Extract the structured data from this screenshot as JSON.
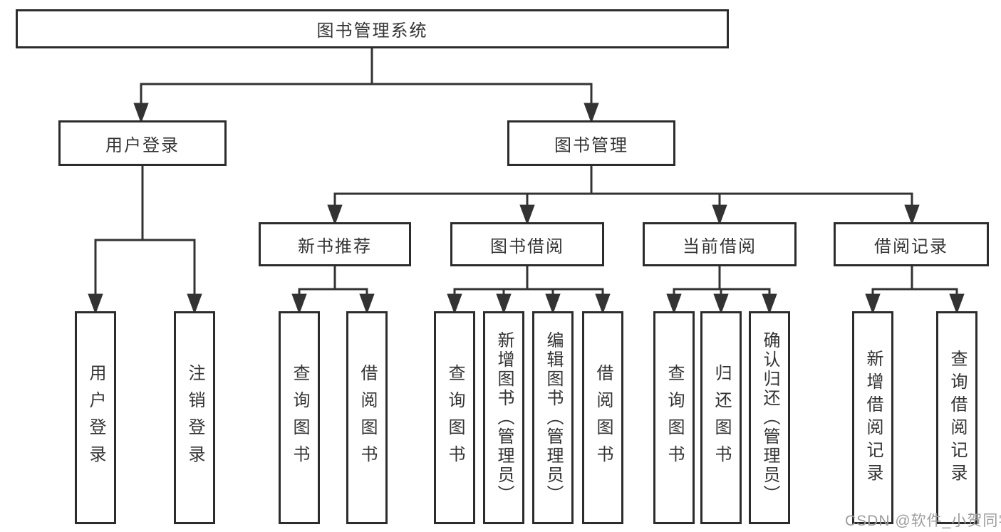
{
  "tree": {
    "label": "图书管理系统",
    "children": [
      {
        "label": "用户登录",
        "children": [
          {
            "label": "用户登录"
          },
          {
            "label": "注销登录"
          }
        ]
      },
      {
        "label": "图书管理",
        "children": [
          {
            "label": "新书推荐",
            "children": [
              {
                "label": "查询图书"
              },
              {
                "label": "借阅图书"
              }
            ]
          },
          {
            "label": "图书借阅",
            "children": [
              {
                "label": "查询图书"
              },
              {
                "label": "新增图书（管理员）"
              },
              {
                "label": "编辑图书（管理员）"
              },
              {
                "label": "借阅图书"
              }
            ]
          },
          {
            "label": "当前借阅",
            "children": [
              {
                "label": "查询图书"
              },
              {
                "label": "归还图书"
              },
              {
                "label": "确认归还（管理员）"
              }
            ]
          },
          {
            "label": "借阅记录",
            "children": [
              {
                "label": "新增借阅记录"
              },
              {
                "label": "查询借阅记录"
              }
            ]
          }
        ]
      }
    ]
  },
  "watermark": {
    "text": "CSDN @软件_小贺同学"
  },
  "colors": {
    "line": "#333333",
    "box_border": "#2c2c2c",
    "text": "#333333",
    "watermark": "#9d9d9d",
    "background": "#ffffff"
  }
}
